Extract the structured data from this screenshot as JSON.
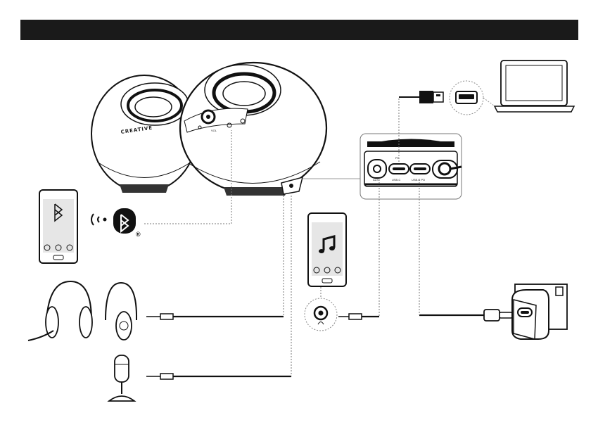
{
  "header": {
    "title": ""
  },
  "speaker": {
    "brand_text": "CREATIVE",
    "knob_label": "VOL"
  },
  "ports": {
    "aux": "AUX",
    "pc": "PC",
    "usb_c": "USB-C",
    "usb_c_pd": "USB-C PD"
  },
  "bluetooth": {
    "registered_mark": "®"
  },
  "icons": [
    "bluetooth-icon",
    "music-note-icon",
    "headphones-icon",
    "microphone-icon",
    "laptop-icon",
    "usb-plug-icon",
    "power-adapter-icon",
    "smartphone-icon"
  ],
  "colors": {
    "header": "#1a1a1a",
    "line": "#111111",
    "dotted": "#777777",
    "screen": "#e6e6e6"
  }
}
